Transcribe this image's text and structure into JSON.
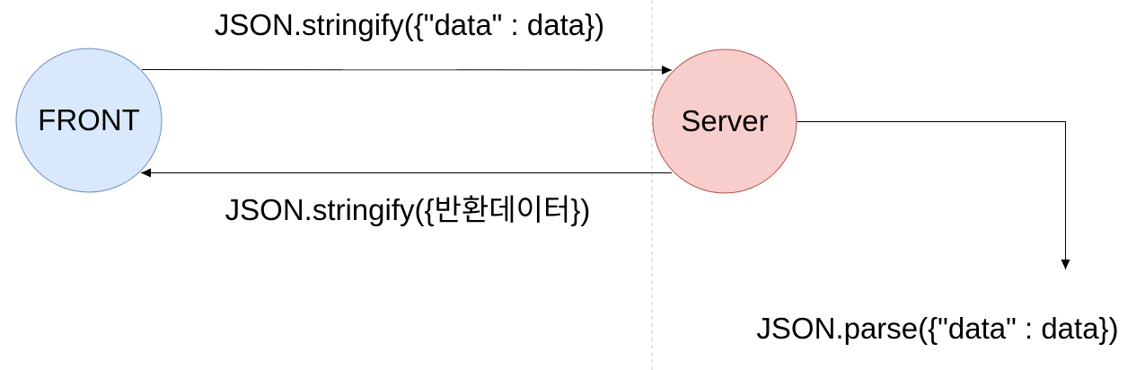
{
  "diagram": {
    "background": "#ffffff",
    "line_color": "#000000",
    "text_color": "#000000",
    "divider": {
      "color": "#c9c9c9",
      "style": "dashed"
    },
    "nodes": {
      "front": {
        "label": "FRONT",
        "fill": "#dae8fc",
        "stroke": "#6c8ebf"
      },
      "server": {
        "label": "Server",
        "fill": "#f8cecc",
        "stroke": "#b85450"
      }
    },
    "edges": {
      "request": {
        "label": "JSON.stringify({\"data\" : data})",
        "from": "FRONT",
        "to": "Server"
      },
      "response": {
        "label": "JSON.stringify({반환데이터})",
        "from": "Server",
        "to": "FRONT"
      },
      "parse": {
        "label": "JSON.parse({\"data\" : data})",
        "from": "Server",
        "to": "down"
      }
    }
  }
}
